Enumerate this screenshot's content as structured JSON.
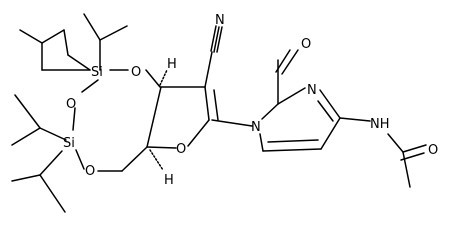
{
  "molecule": {
    "atom_labels": {
      "si_upper": "Si",
      "si_lower": "Si",
      "o_ring_top": "O",
      "o_siloxane": "O",
      "o_ring_bottom": "O",
      "o_furan": "O",
      "n_nitrile": "N",
      "n_pyrimidine_1": "N",
      "n_pyrimidine_3": "N",
      "o_carbonyl_ring": "O",
      "nh_amide": "NH",
      "o_carbonyl_acetyl": "O",
      "h_top": "H",
      "h_bottom": "H"
    },
    "colors": {
      "bond": "#000000",
      "label": "#000000",
      "background": "#ffffff"
    }
  }
}
